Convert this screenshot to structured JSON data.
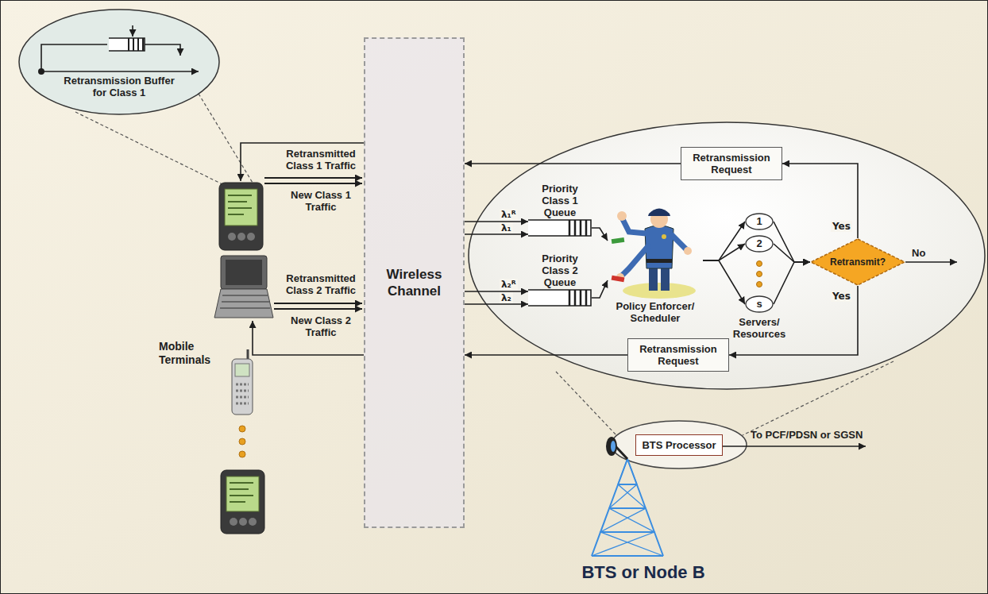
{
  "diagram": {
    "nodes": [
      {
        "text": [
          "Retransmission Buffer for Class 1"
        ]
      },
      {
        "text": [
          "Wireless Channel"
        ]
      },
      {
        "text": [
          "Retransmission Request"
        ]
      },
      {
        "text": [
          "Priority Class 1 Queue"
        ]
      },
      {
        "text": [
          "Policy Enforcer/ Scheduler"
        ]
      },
      {
        "text": [
          "Priority Class 2 Queue"
        ]
      },
      {
        "text": [
          "1"
        ]
      },
      {
        "text": [
          "2"
        ]
      },
      {
        "text": [
          "s"
        ]
      },
      {
        "text": [
          "Retransmit?"
        ]
      },
      {
        "text": [
          "Retransmission Request"
        ]
      },
      {
        "text": [
          "BTS Processor"
        ]
      }
    ],
    "edges": [
      {
        "from": 1,
        "to": 3,
        "arrow": "to",
        "label": "λ₁ᴿ"
      },
      {
        "from": 1,
        "to": 3,
        "arrow": "to",
        "label": "λ₁"
      },
      {
        "from": 1,
        "to": 5,
        "arrow": "to",
        "label": "λ₂ᴿ"
      },
      {
        "from": 1,
        "to": 5,
        "arrow": "to",
        "label": "λ₂"
      },
      {
        "from": 3,
        "to": 4,
        "arrow": "to"
      },
      {
        "from": 5,
        "to": 4,
        "arrow": "to"
      },
      {
        "from": 4,
        "to": 6,
        "arrow": "to"
      },
      {
        "from": 4,
        "to": 7,
        "arrow": "to"
      },
      {
        "from": 4,
        "to": 8,
        "arrow": "to"
      },
      {
        "from": 6,
        "to": 9,
        "arrow": "to"
      },
      {
        "from": 7,
        "to": 9,
        "arrow": "to"
      },
      {
        "from": 8,
        "to": 9,
        "arrow": "to"
      },
      {
        "from": 9,
        "to": 2,
        "arrow": "to",
        "label": "Yes"
      },
      {
        "from": 9,
        "to": 10,
        "arrow": "to",
        "label": "Yes"
      },
      {
        "from": 2,
        "to": 1,
        "arrow": "to"
      },
      {
        "from": 10,
        "to": 1,
        "arrow": "to"
      }
    ],
    "labels": [
      "Retransmitted Class 1 Traffic",
      "New Class 1 Traffic",
      "Retransmitted Class 2 Traffic",
      "New Class 2 Traffic",
      "Mobile Terminals",
      "Servers/ Resources",
      "No",
      "To PCF/PDSN or SGSN",
      "BTS or Node B"
    ]
  }
}
